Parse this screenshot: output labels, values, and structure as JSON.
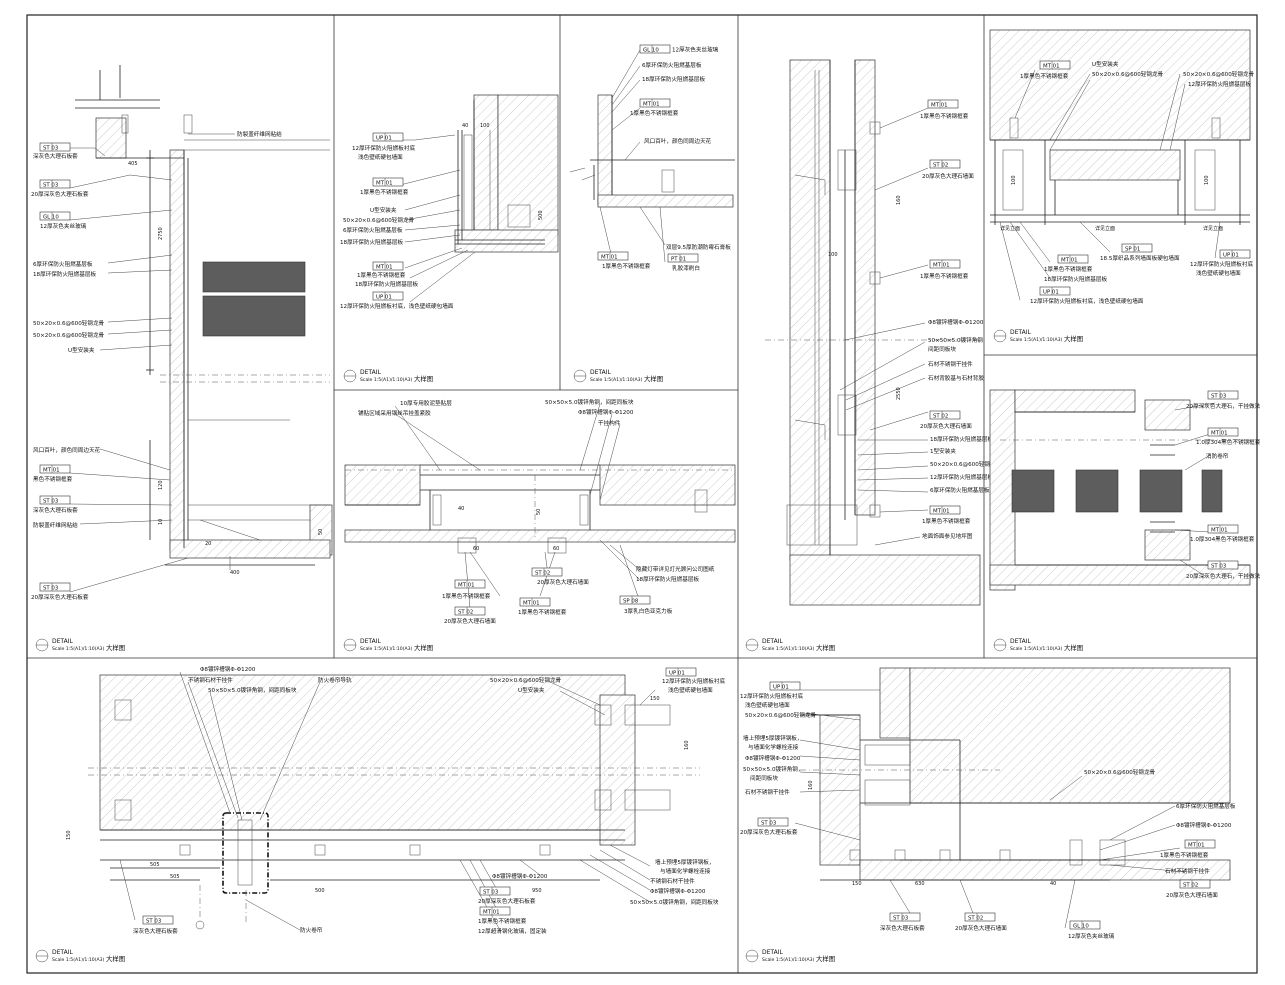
{
  "drawing_text": {
    "detail_word": "DETAIL",
    "scale_text": "Scale 1:5(A1)/1:10(A3)",
    "big_label": "大样图",
    "big_label_b": "大样图",
    "tags": {
      "st03": "ST 03",
      "st02": "ST 02",
      "gl10": "GL 10",
      "mt01": "MT 01",
      "up01": "UP 01",
      "pt01": "PT 01",
      "sp08": "SP 08",
      "sp01": "SP 01"
    },
    "dims": {
      "d400": "400",
      "d405": "405",
      "d2750": "2750",
      "d150": "150",
      "d100": "100",
      "d50": "50",
      "d40": "40",
      "d20": "20",
      "d160": "160",
      "d2550": "2550",
      "d60": "60",
      "d500": "500",
      "d950": "950",
      "d505": "505",
      "d630": "630",
      "d120": "120",
      "d10": "10"
    },
    "labels": {
      "fanglie": "防裂盖纤维网粘结",
      "shenhuise": "深灰色大理石板套",
      "shenhuise20": "20厚深灰色大理石板套",
      "boli12": "12厚灰色夹丝玻璃",
      "jiceng6": "6厚环保防火阻燃基层板",
      "jiceng18": "18厚环保防火阻燃基层板",
      "longgu": "50×20×0.6@600轻钢龙骨",
      "aojia": "U型安装夹",
      "fengkou": "风口百叶，颜色同周边天花",
      "heise": "黑色不锈钢框套",
      "heise1": "1厚黑色不锈钢框套",
      "p2_up": "12厚环保防火阻燃板衬底\n浅色壁纸硬包墙面",
      "p2_tail": "12厚环保防火阻燃板衬底，浅色壁纸硬包墙面",
      "qianse": "浅色壁纸硬包墙面",
      "fangzhen": "双层9.5厚防潮防霉石膏板",
      "rujiao": "乳胶漆刷白",
      "fengkou2": "风口百叶，颜色同周边天花",
      "p5_a": "10厚专用胶泥垫贴层",
      "p5_b": "铺贴区域采用钢丝吊挂盖紧胶",
      "p5_c": "50×50×5.0镀锌角钢，间距同板块",
      "p5_d": "Φ8镀锌槽钢Φ-Φ1200",
      "p5_e": "干挂构件",
      "p5_f": "20厚灰色大理石墙面",
      "p5_g": "隐藏灯带详见灯光顾问公司图纸",
      "p5_h": "3厚乳白色亚克力板",
      "hui20": "20厚灰色大理石墙面",
      "p6_a": "Φ8镀锌槽钢Φ-Φ1200",
      "p6_b": "50×50×5.0镀锌角钢\n间距同板块",
      "p6_c": "石材不锈钢干挂件",
      "p6_d": "石材背胶基与石材背胶",
      "p6_e": "1型安装夹",
      "p6_f": "50×20×0.6@600轻钢龙骨",
      "p6_g": "地面饰面参见地坪图",
      "p7_a": "50×20×0.6@600轻钢龙骨",
      "p7_b": "12厚环保防火阻燃基层板",
      "p7_c": "18.5厚织品系列墙面板硬包墙面",
      "p7_d": "详见立面",
      "p8_a": "20厚深灰色大理石，干挂做法",
      "p8_b": "1.0厚304黑色不锈钢框套",
      "p8_c": "消防卷帘",
      "p9_a": "不锈钢石材干挂件",
      "p9_b": "防火卷帘导轨",
      "p9_c": "墙上预埋5厚镀锌钢板，\n与墙面化学螺栓连接",
      "p9_d": "12厚超滑钢化玻璃，固定装",
      "p9_e": "防火卷帘",
      "p10_a": "石材不锈钢干挂件"
    }
  }
}
